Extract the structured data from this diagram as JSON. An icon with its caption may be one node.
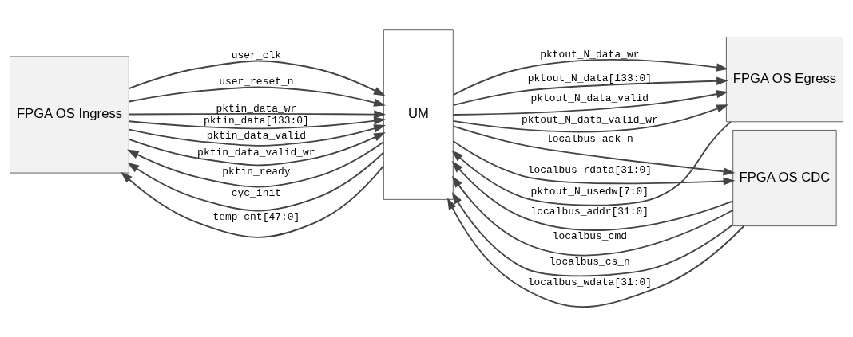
{
  "diagram": {
    "nodes": [
      {
        "text": [
          "FPGA OS Ingress"
        ]
      },
      {
        "text": [
          "UM"
        ]
      },
      {
        "text": [
          "FPGA OS Egress"
        ]
      },
      {
        "text": [
          "FPGA OS CDC"
        ]
      }
    ],
    "edges": [
      {
        "from": 0,
        "to": 1,
        "arrow": "to",
        "label": "user_clk"
      },
      {
        "from": 0,
        "to": 1,
        "arrow": "to",
        "label": "user_reset_n"
      },
      {
        "from": 0,
        "to": 1,
        "arrow": "to",
        "label": "pktin_data_wr"
      },
      {
        "from": 0,
        "to": 1,
        "arrow": "to",
        "label": "pktin_data[133:0]"
      },
      {
        "from": 0,
        "to": 1,
        "arrow": "to",
        "label": "pktin_data_valid"
      },
      {
        "from": 0,
        "to": 1,
        "arrow": "to",
        "label": "pktin_data_valid_wr"
      },
      {
        "from": 1,
        "to": 0,
        "arrow": "to",
        "label": "pktin_ready"
      },
      {
        "from": 1,
        "to": 0,
        "arrow": "to",
        "label": "cyc_init"
      },
      {
        "from": 1,
        "to": 0,
        "arrow": "to",
        "label": "temp_cnt[47:0]"
      },
      {
        "from": 1,
        "to": 2,
        "arrow": "to",
        "label": "pktout_N_data_wr"
      },
      {
        "from": 1,
        "to": 2,
        "arrow": "to",
        "label": "pktout_N_data[133:0]"
      },
      {
        "from": 1,
        "to": 2,
        "arrow": "to",
        "label": "pktout_N_data_valid"
      },
      {
        "from": 1,
        "to": 2,
        "arrow": "to",
        "label": "pktout_N_data_valid_wr"
      },
      {
        "from": 2,
        "to": 1,
        "arrow": "to",
        "label": "pktout_N_usedw[7:0]"
      },
      {
        "from": 1,
        "to": 3,
        "arrow": "to",
        "label": "localbus_ack_n"
      },
      {
        "from": 3,
        "to": 1,
        "arrow": "to",
        "label": "localbus_addr[31:0]"
      },
      {
        "from": 3,
        "to": 1,
        "arrow": "to",
        "label": "localbus_cmd"
      },
      {
        "from": 3,
        "to": 1,
        "arrow": "to",
        "label": "localbus_cs_n"
      },
      {
        "from": 1,
        "to": 3,
        "arrow": "to",
        "label": "localbus_rdata[31:0]"
      },
      {
        "from": 3,
        "to": 1,
        "arrow": "to",
        "label": "localbus_wdata[31:0]"
      }
    ]
  }
}
